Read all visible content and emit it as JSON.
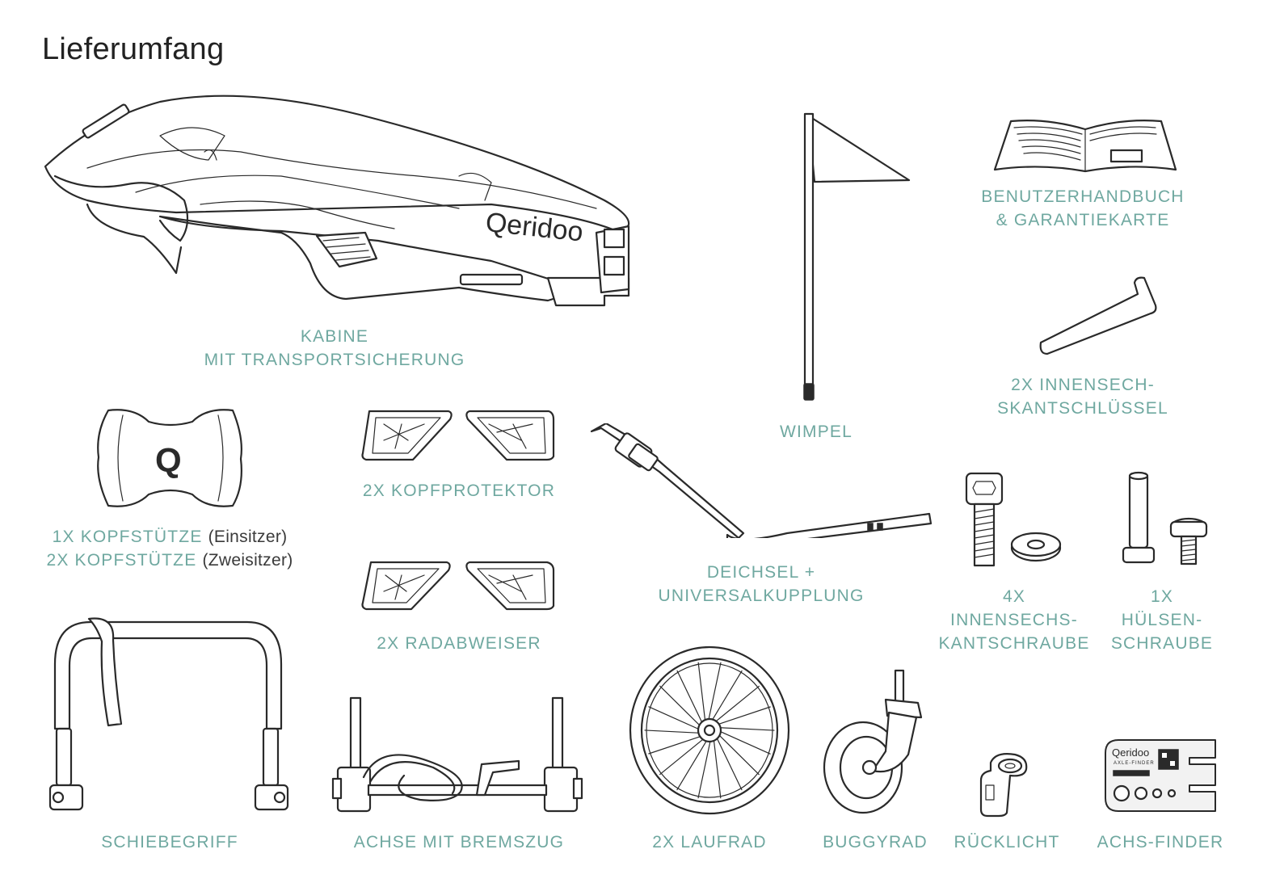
{
  "title": "Lieferumfang",
  "brand": {
    "logo_text": "Qeridoo",
    "headrest_letter": "Q"
  },
  "colors": {
    "label_teal": "#6fa8a0",
    "title": "#222222",
    "outline": "#2a2a2a"
  },
  "parts": {
    "kabine": {
      "line1": "KABINE",
      "line2": "MIT TRANSPORTSICHERUNG"
    },
    "wimpel": {
      "line1": "WIMPEL"
    },
    "handbuch": {
      "line1": "BENUTZERHANDBUCH",
      "line2": "& GARANTIEKARTE"
    },
    "schluessel": {
      "line1": "2X INNENSECH-",
      "line2": "SKANTSCHLÜSSEL"
    },
    "kopfstuetze": {
      "line1_label": "1X KOPFSTÜTZE",
      "line1_note": "(Einsitzer)",
      "line2_label": "2X KOPFSTÜTZE",
      "line2_note": "(Zweisitzer)"
    },
    "kopfprotektor": {
      "line1": "2X KOPFPROTEKTOR"
    },
    "radabweiser": {
      "line1": "2X RADABWEISER"
    },
    "deichsel": {
      "line1": "DEICHSEL +",
      "line2": "UNIVERSALKUPPLUNG"
    },
    "innensechskantschraube": {
      "line1": "4X",
      "line2": "INNENSECHS-",
      "line3": "KANTSCHRAUBE"
    },
    "huelsenschraube": {
      "line1": "1X",
      "line2": "HÜLSEN-",
      "line3": "SCHRAUBE"
    },
    "schiebegriff": {
      "line1": "SCHIEBEGRIFF"
    },
    "achse": {
      "line1": "ACHSE MIT BREMSZUG"
    },
    "laufrad": {
      "line1": "2X LAUFRAD"
    },
    "buggyrad": {
      "line1": "BUGGYRAD"
    },
    "ruecklicht": {
      "line1": "RÜCKLICHT"
    },
    "achsfinder": {
      "line1": "ACHS-FINDER",
      "card_brand": "Qeridoo",
      "card_subtitle": "AXLE-FINDER"
    }
  }
}
